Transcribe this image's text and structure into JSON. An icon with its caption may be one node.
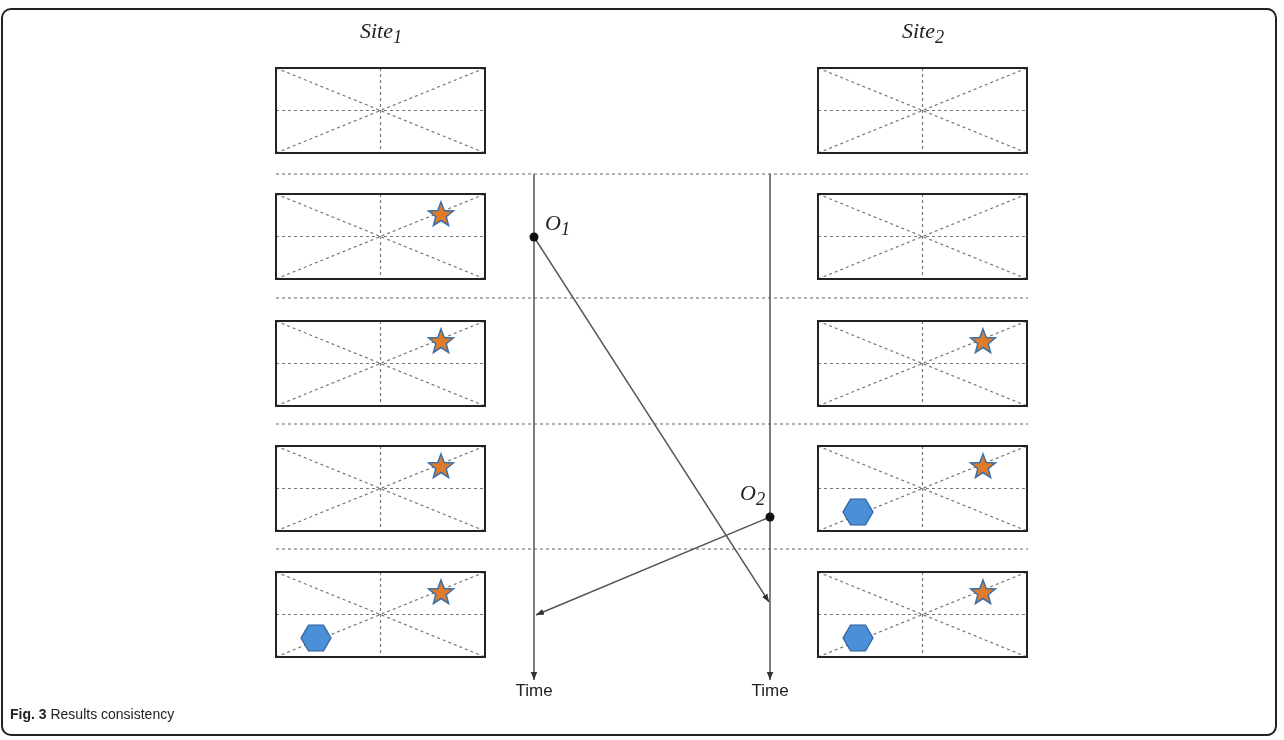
{
  "diagram": {
    "caption": "**Fig. 3** Results consistency",
    "nodes": [
      {
        "text": [
          "O$_{1}$"
        ]
      },
      {
        "text": [
          "O$_{2}$"
        ]
      }
    ],
    "edges": [
      {
        "from": 0,
        "to": null,
        "arrow": "to"
      },
      {
        "from": 1,
        "to": null,
        "arrow": "to"
      }
    ],
    "labels": [
      "Site$_{1}$",
      "Site$_{2}$",
      "Time",
      "Time"
    ]
  }
}
